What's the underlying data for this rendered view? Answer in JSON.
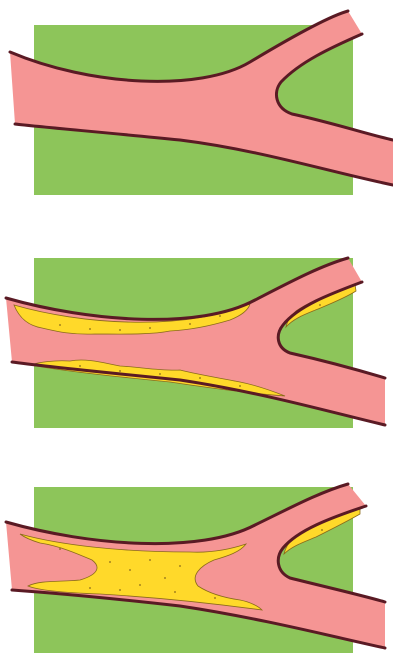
{
  "figure": {
    "panels": [
      {
        "id": "panel-normal",
        "plaque": "none"
      },
      {
        "id": "panel-partial",
        "plaque": "partial"
      },
      {
        "id": "panel-severe",
        "plaque": "severe"
      }
    ]
  },
  "colors": {
    "background": "#ffffff",
    "tissue": "#8dc55a",
    "vessel": "#f59594",
    "vessel_wall": "#5a1a24",
    "plaque": "#ffd92a",
    "plaque_dots": "#8a6a1a"
  }
}
